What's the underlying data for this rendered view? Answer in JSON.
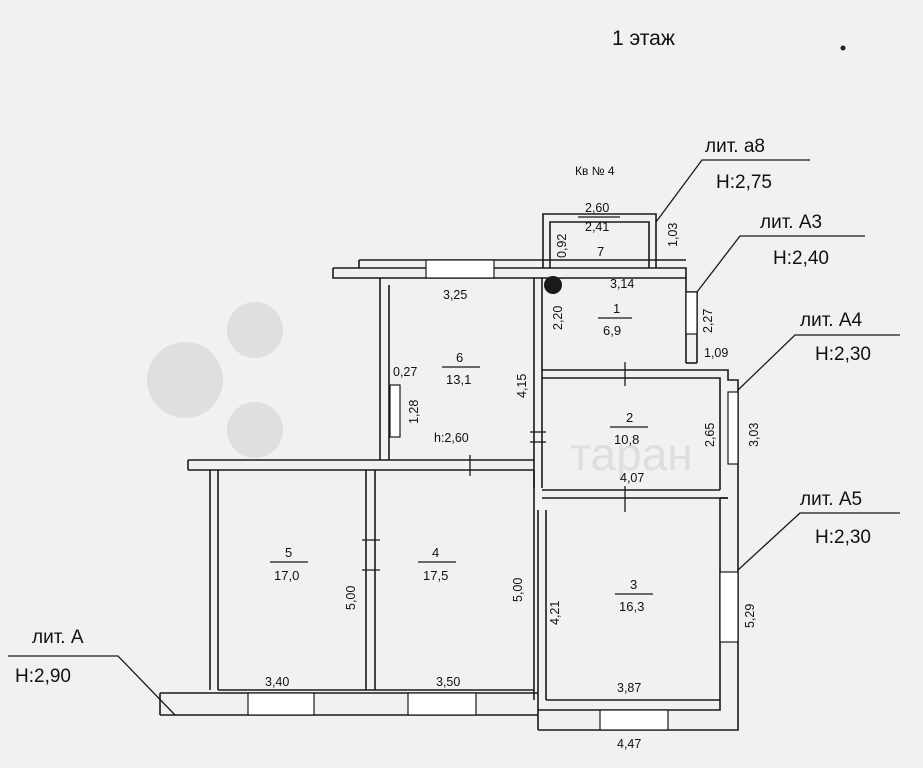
{
  "floor_title": "1 этаж",
  "apartment": "Кв № 4",
  "watermark": "таран",
  "litera": [
    {
      "name": "лит. а8",
      "height": "Н:2,75"
    },
    {
      "name": "лит. А3",
      "height": "Н:2,40"
    },
    {
      "name": "лит. А4",
      "height": "Н:2,30"
    },
    {
      "name": "лит. А5",
      "height": "Н:2,30"
    },
    {
      "name": "лит. А",
      "height": "Н:2,90"
    }
  ],
  "rooms": [
    {
      "number": "7",
      "area": ""
    },
    {
      "number": "1",
      "area": "6,9"
    },
    {
      "number": "2",
      "area": "10,8"
    },
    {
      "number": "3",
      "area": "16,3"
    },
    {
      "number": "4",
      "area": "17,5"
    },
    {
      "number": "5",
      "area": "17,0"
    },
    {
      "number": "6",
      "area": "13,1"
    }
  ],
  "room6_height": "h:2,60",
  "dimensions": {
    "d_2_60": "2,60",
    "d_2_41": "2,41",
    "d_0_92": "0,92",
    "d_1_03": "1,03",
    "d_3_14": "3,14",
    "d_2_20": "2,20",
    "d_2_27": "2,27",
    "d_3_25": "3,25",
    "d_0_27": "0,27",
    "d_1_28": "1,28",
    "d_4_15": "4,15",
    "d_1_09": "1,09",
    "d_2_65": "2,65",
    "d_3_03": "3,03",
    "d_4_07": "4,07",
    "d_5_00a": "5,00",
    "d_5_00b": "5,00",
    "d_4_21": "4,21",
    "d_5_29": "5,29",
    "d_3_40": "3,40",
    "d_3_50": "3,50",
    "d_3_87": "3,87",
    "d_4_47": "4,47"
  }
}
